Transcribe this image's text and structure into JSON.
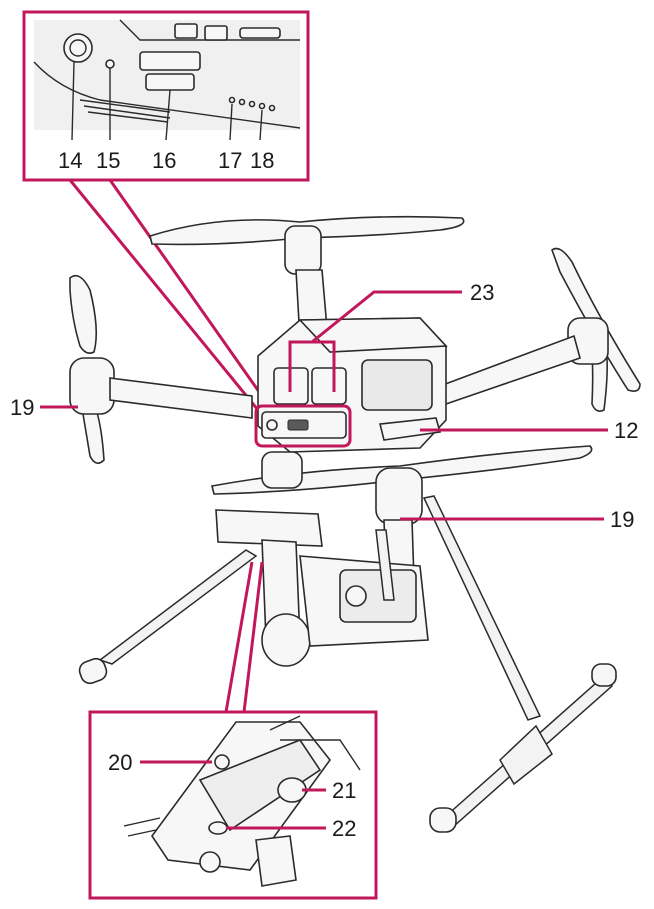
{
  "callouts": [
    {
      "id": "top_14",
      "label": "14"
    },
    {
      "id": "top_15",
      "label": "15"
    },
    {
      "id": "top_16",
      "label": "16"
    },
    {
      "id": "top_17",
      "label": "17"
    },
    {
      "id": "top_18",
      "label": "18"
    },
    {
      "id": "main_23",
      "label": "23"
    },
    {
      "id": "main_19_left",
      "label": "19"
    },
    {
      "id": "main_12",
      "label": "12"
    },
    {
      "id": "main_19_right",
      "label": "19"
    },
    {
      "id": "bottom_20",
      "label": "20"
    },
    {
      "id": "bottom_21",
      "label": "21"
    },
    {
      "id": "bottom_22",
      "label": "22"
    }
  ],
  "colors": {
    "highlight": "#c2185b",
    "line": "#2b2b2b",
    "fill": "#f7f7f7",
    "background": "#ffffff"
  }
}
